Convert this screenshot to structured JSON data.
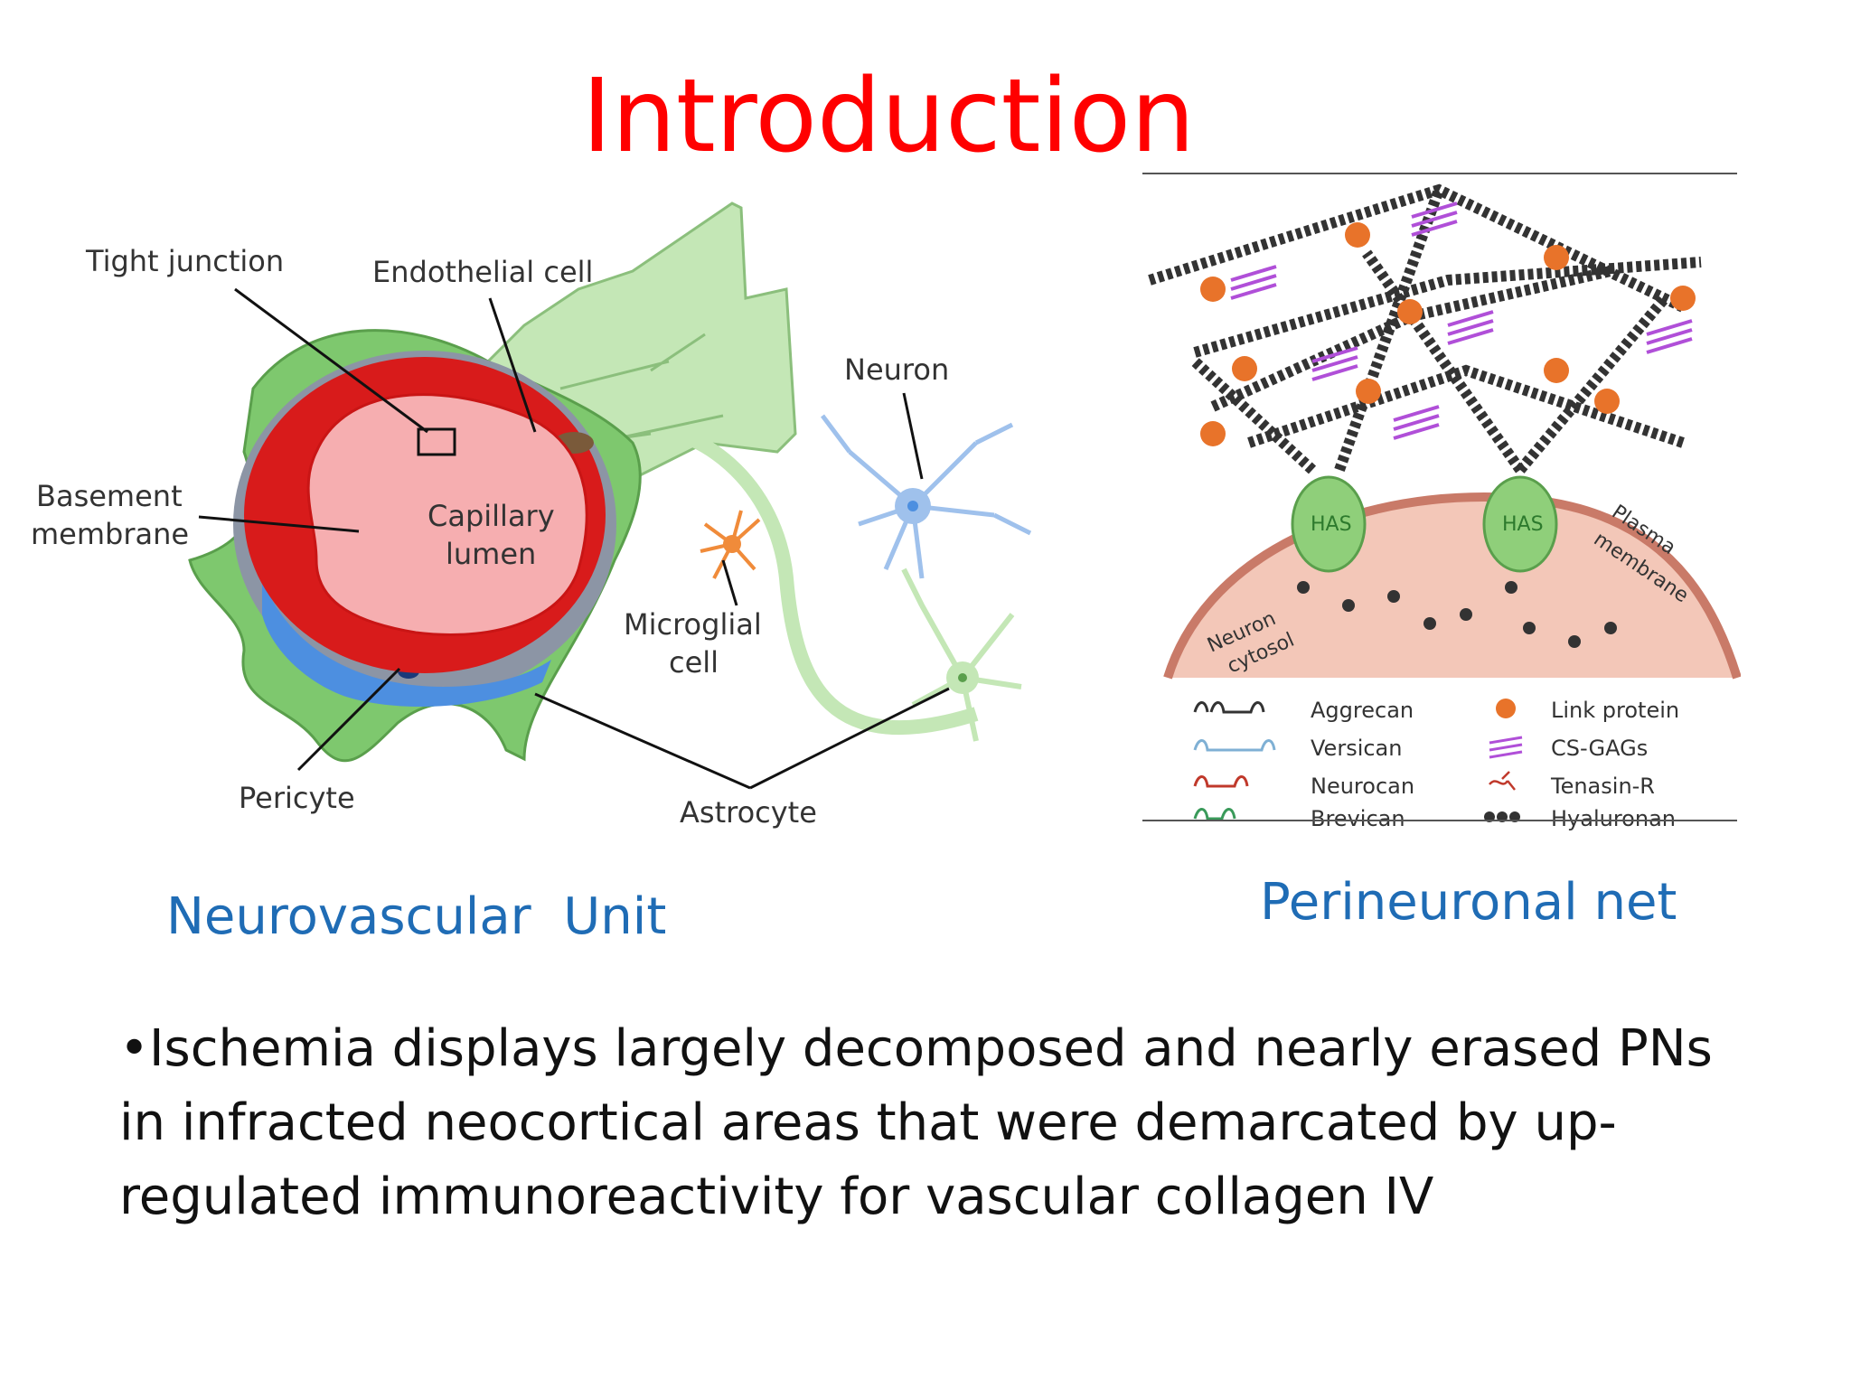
{
  "slide": {
    "title": "Introduction",
    "captions": {
      "neurovascular": "Neurovascular  Unit",
      "perineuronal": "Perineuronal net"
    },
    "bullet": "•Ischemia displays largely decomposed and nearly erased PNs  in infracted neocortical areas that were demarcated by up-regulated immunoreactivity for vascular collagen IV"
  },
  "neurovascular_diagram": {
    "labels": {
      "tight_junction": "Tight junction",
      "endothelial_cell": "Endothelial cell",
      "neuron": "Neuron",
      "basement_line1": "Basement",
      "basement_line2": "membrane",
      "capillary_line1": "Capillary",
      "capillary_line2": "lumen",
      "microglial_line1": "Microglial",
      "microglial_line2": "cell",
      "pericyte": "Pericyte",
      "astrocyte": "Astrocyte"
    },
    "colors": {
      "astrocyte": "#7ec86e",
      "astrocyte_light": "#c4e7b6",
      "endothelium": "#d81b1b",
      "lumen": "#f6aeb0",
      "pericyte": "#4d8fe0",
      "neuron": "#9fc1ec",
      "microglia": "#f08b3a"
    }
  },
  "perineuronal_diagram": {
    "labels": {
      "has1": "HAS",
      "has2": "HAS",
      "plasma_line1": "Plasma",
      "plasma_line2": "membrane",
      "neuron_line1": "Neuron",
      "neuron_line2": "cytosol"
    },
    "legend": [
      {
        "name": "Aggrecan",
        "icon": "aggrecan-icon"
      },
      {
        "name": "Link protein",
        "icon": "link-protein-icon"
      },
      {
        "name": "Versican",
        "icon": "versican-icon"
      },
      {
        "name": "CS-GAGs",
        "icon": "cs-gags-icon"
      },
      {
        "name": "Neurocan",
        "icon": "neurocan-icon"
      },
      {
        "name": "Tenasin-R",
        "icon": "tenasin-r-icon"
      },
      {
        "name": "Brevican",
        "icon": "brevican-icon"
      },
      {
        "name": "Hyaluronan",
        "icon": "hyaluronan-icon"
      }
    ],
    "colors": {
      "hyaluronan": "#333333",
      "link_protein": "#e8732a",
      "cs_gags": "#b04fd8",
      "plasma_membrane": "#e8a48a",
      "has": "#8fcf7a"
    }
  }
}
